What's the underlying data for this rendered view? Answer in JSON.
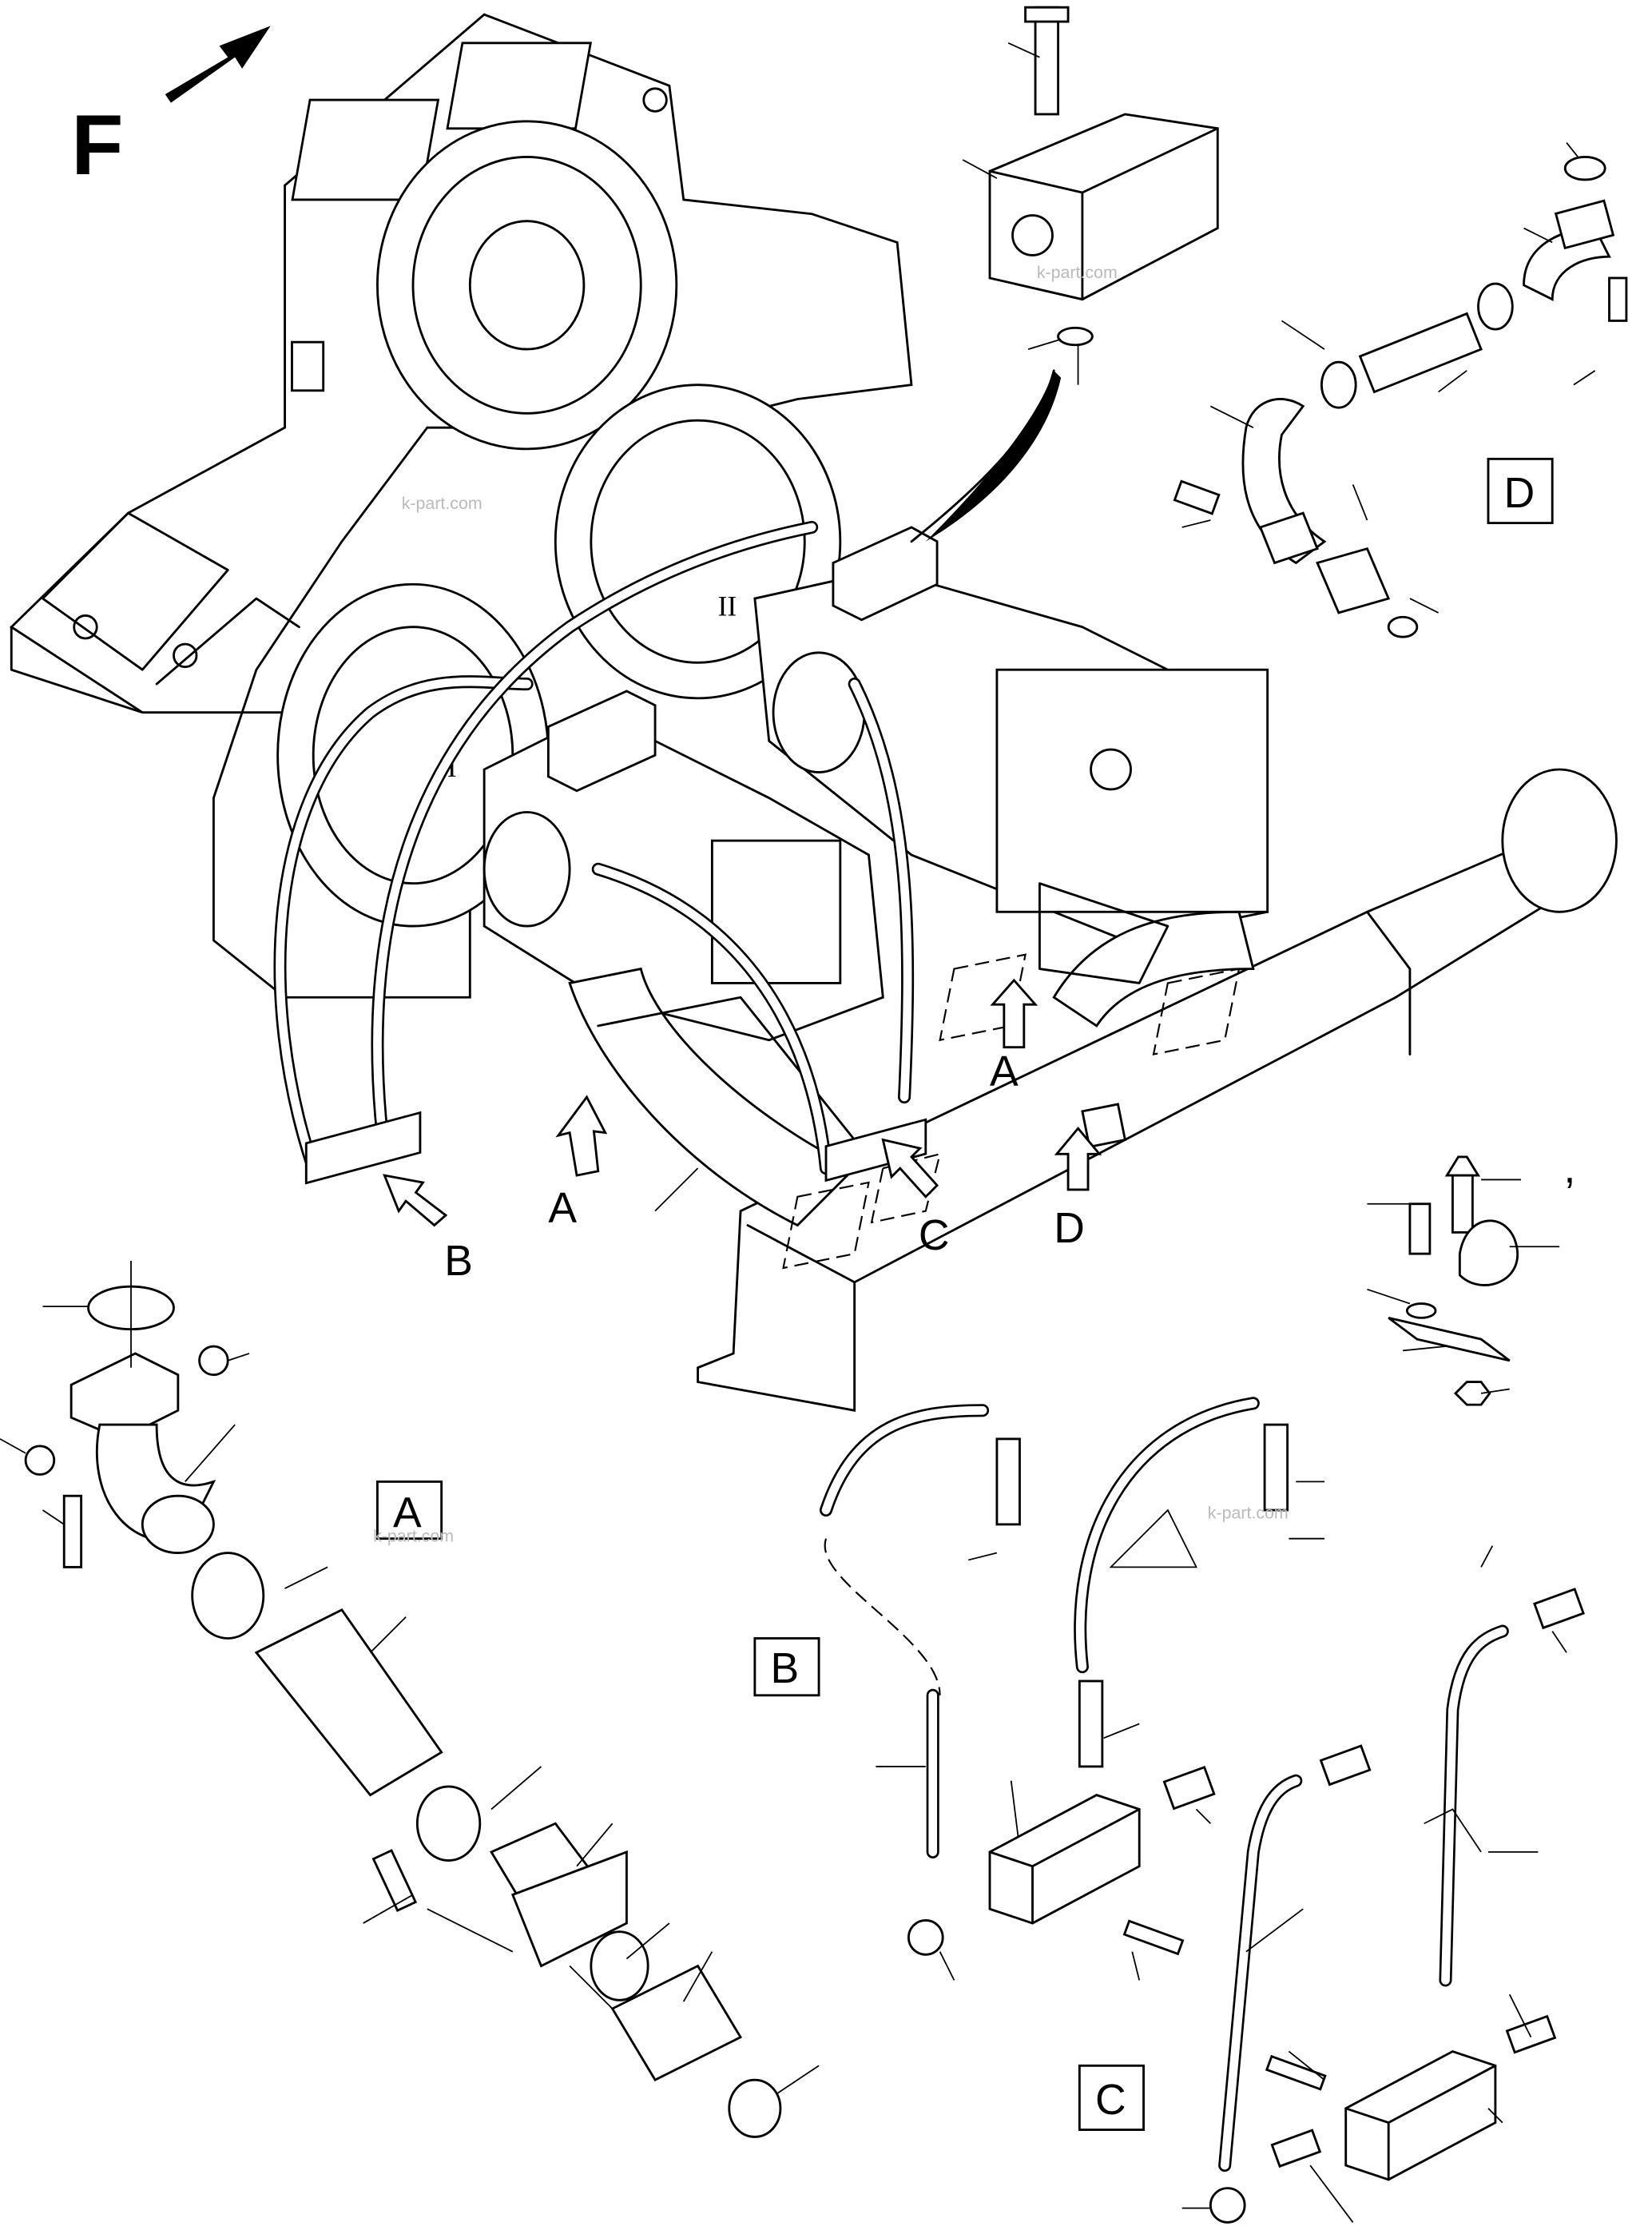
{
  "diagram": {
    "direction_label": "F",
    "view_arrows": [
      {
        "id": "arrow-a-left",
        "label": "A"
      },
      {
        "id": "arrow-a-right",
        "label": "A"
      },
      {
        "id": "arrow-b",
        "label": "B"
      },
      {
        "id": "arrow-c",
        "label": "C"
      },
      {
        "id": "arrow-d",
        "label": "D"
      }
    ],
    "pump_labels": {
      "pump_1": "I",
      "pump_2": "II"
    },
    "detail_boxes": {
      "a": "A",
      "b": "B",
      "c": "C",
      "d": "D"
    },
    "watermark": "k-part.com",
    "apostrophe_mark": ","
  }
}
